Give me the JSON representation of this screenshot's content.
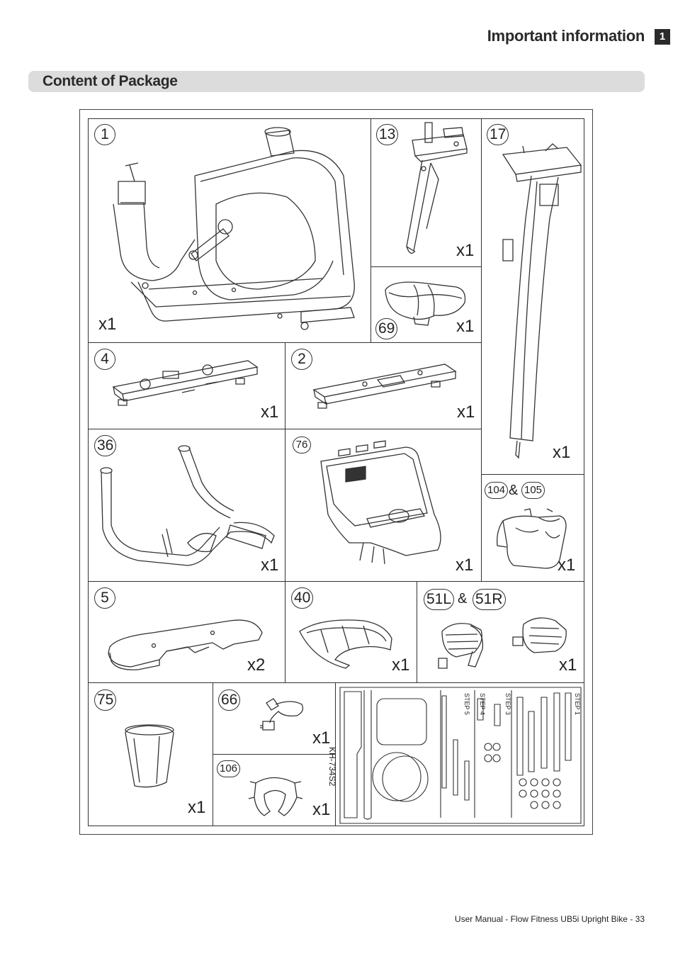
{
  "header": {
    "title": "Important information",
    "chapter": "1"
  },
  "section": {
    "title": "Content of Package"
  },
  "parts": [
    {
      "number": "1",
      "qty": "x1"
    },
    {
      "number": "13",
      "qty": "x1"
    },
    {
      "number": "17",
      "qty": "x1"
    },
    {
      "number": "69",
      "qty": "x1"
    },
    {
      "number": "4",
      "qty": "x1"
    },
    {
      "number": "2",
      "qty": "x1"
    },
    {
      "number": "36",
      "qty": "x1"
    },
    {
      "number": "76",
      "qty": "x1"
    },
    {
      "number": "104",
      "number2": "105",
      "joiner": "&",
      "qty": "x1"
    },
    {
      "number": "5",
      "qty": "x2"
    },
    {
      "number": "40",
      "qty": "x1"
    },
    {
      "number": "51L",
      "number2": "51R",
      "joiner": "&",
      "qty": "x1"
    },
    {
      "number": "75",
      "qty": "x1"
    },
    {
      "number": "66",
      "qty": "x1"
    },
    {
      "number": "106",
      "qty": "x1"
    }
  ],
  "hardware_sheet": {
    "code": "KH-734S2",
    "steps": [
      "STEP 1",
      "STEP 3",
      "STEP 4",
      "STEP 5"
    ]
  },
  "footer": {
    "text": "User Manual - Flow Fitness UB5i Upright Bike - 33"
  }
}
